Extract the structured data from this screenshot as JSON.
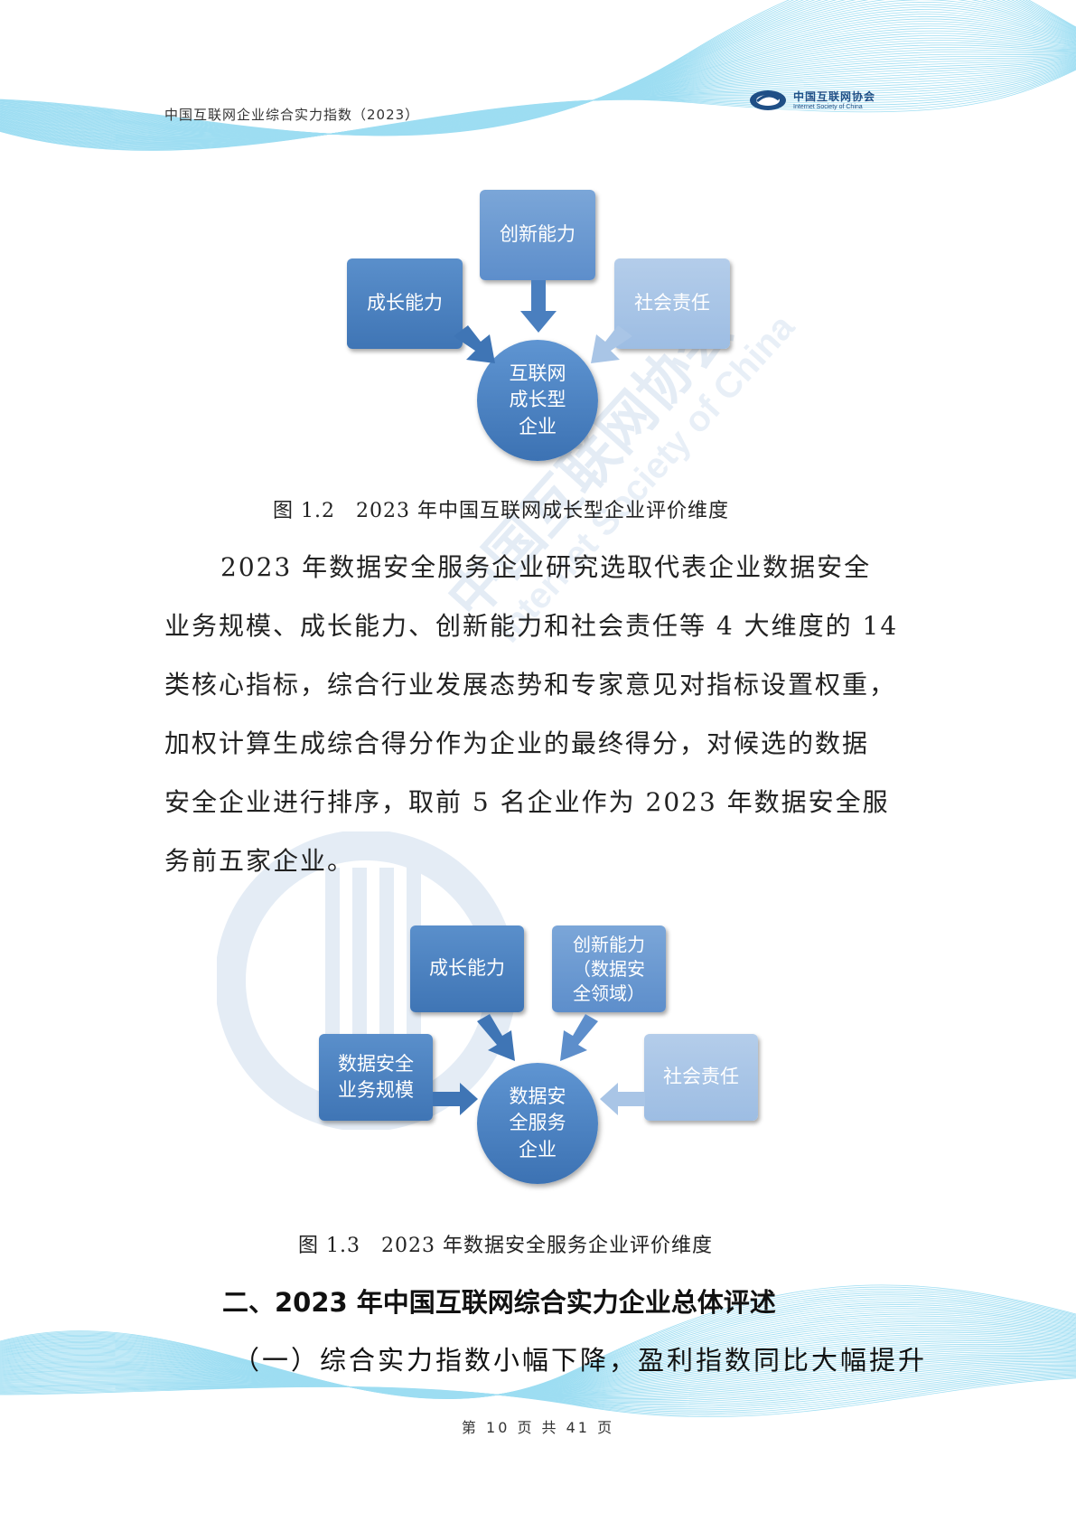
{
  "header": {
    "doc_title": "中国互联网企业综合实力指数（2023）",
    "logo_cn": "中国互联网协会",
    "logo_en": "Internet Society of China"
  },
  "figure1": {
    "top_box": "创新能力",
    "left_box": "成长能力",
    "right_box": "社会责任",
    "center": "互联网\n成长型\n企业",
    "caption": "图 1.2　2023 年中国互联网成长型企业评价维度"
  },
  "paragraph": {
    "lines": [
      "2023 年数据安全服务企业研究选取代表企业数据安全",
      "业务规模、成长能力、创新能力和社会责任等 4 大维度的 14",
      "类核心指标，综合行业发展态势和专家意见对指标设置权重，",
      "加权计算生成综合得分作为企业的最终得分，对候选的数据",
      "安全企业进行排序，取前 5 名企业作为 2023 年数据安全服",
      "务前五家企业。"
    ]
  },
  "figure2": {
    "box_growth": "成长能力",
    "box_innovation": "创新能力\n（数据安\n全领域）",
    "box_scale": "数据安全\n业务规模",
    "box_social": "社会责任",
    "center": "数据安\n全服务\n企业",
    "caption": "图 1.3　2023 年数据安全服务企业评价维度"
  },
  "section": {
    "heading": "二、2023 年中国互联网综合实力企业总体评述",
    "subheading": "（一）综合实力指数小幅下降，盈利指数同比大幅提升"
  },
  "footer": {
    "page_text": "第 10 页 共 41 页"
  },
  "watermark": {
    "cn": "中国互联网协会",
    "en": "Internet Society of China"
  }
}
